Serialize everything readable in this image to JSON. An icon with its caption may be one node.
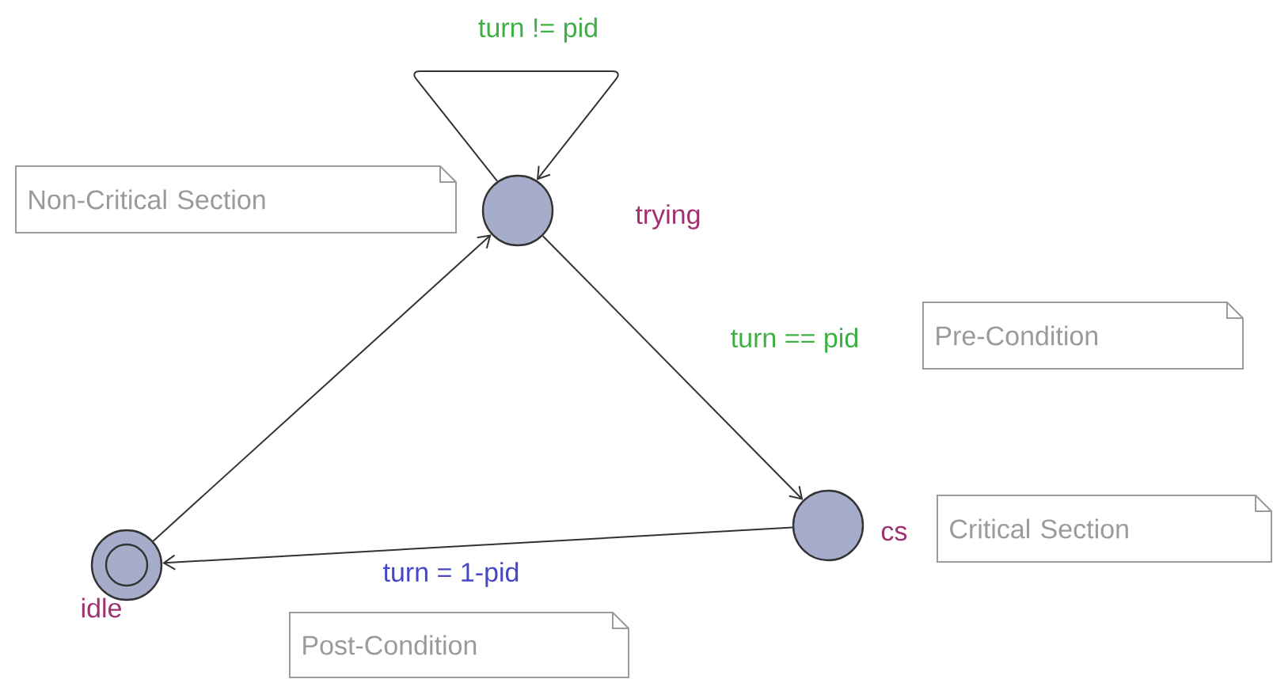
{
  "diagram": {
    "nodes": [
      {
        "text": [],
        "shape": "circle",
        "beside": [
          "trying"
        ]
      },
      {
        "text": [],
        "shape": "circle",
        "beside": [
          "cs"
        ]
      },
      {
        "text": [],
        "shape": "circle",
        "beside": [
          "idle"
        ]
      },
      {
        "text": [
          "Non-Critical Section"
        ]
      },
      {
        "text": [
          "Pre-Condition"
        ]
      },
      {
        "text": [
          "Critical Section"
        ]
      },
      {
        "text": [
          "Post-Condition"
        ]
      }
    ],
    "edges": [
      {
        "from": 0,
        "to": 0,
        "arrow": "to",
        "label": "turn != pid"
      },
      {
        "from": 0,
        "to": 1,
        "arrow": "to",
        "label": "turn == pid"
      },
      {
        "from": 1,
        "to": 2,
        "arrow": "to",
        "label": "turn = 1-pid"
      },
      {
        "from": 2,
        "to": 0,
        "arrow": "to"
      }
    ]
  }
}
